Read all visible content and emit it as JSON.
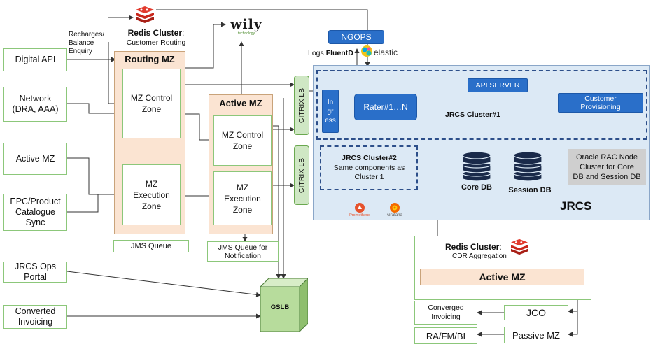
{
  "inputs": {
    "digital_api": "Digital API",
    "network": "Network\n(DRA, AAA)",
    "active_mz": "Active MZ",
    "epc": "EPC/Product\nCatalogue\nSync",
    "jrcs_ops_portal": "JRCS Ops Portal",
    "converted_invoicing": "Converted\nInvoicing"
  },
  "recharges_label": "Recharges/\nBalance\nEnquiry",
  "redis_top": {
    "title": "Redis Cluster",
    "colon": ":",
    "subtitle": "Customer Routing"
  },
  "wily": {
    "logo": "wily",
    "tagline": "technology"
  },
  "routing_mz": {
    "title": "Routing MZ",
    "control": "MZ Control\nZone",
    "execution": "MZ\nExecution\nZone"
  },
  "active_mz_block": {
    "title": "Active MZ",
    "control": "MZ Control\nZone",
    "execution": "MZ\nExecution\nZone"
  },
  "jms_queue": "JMS Queue",
  "jms_queue_notification": "JMS Queue for\nNotification",
  "citrix_lb": "CITRIX LB",
  "ngops": "NGOPS",
  "logs": {
    "prefix": "Logs",
    "fluentd": "FluentD",
    "elastic": "elastic"
  },
  "jrcs": {
    "ingress": "In\ngr\ness",
    "rater": "Rater#1…N",
    "api_server": "API SERVER",
    "customer_provisioning": "Customer\nProvisioning",
    "cluster1": "JRCS Cluster#1",
    "cluster2_title": "JRCS Cluster#2",
    "cluster2_desc": "Same components as\nCluster 1",
    "core_db": "Core DB",
    "session_db": "Session DB",
    "oracle_note": "Oracle RAC Node\nCluster for Core\nDB and Session DB",
    "label": "JRCS",
    "prometheus": "Prometheus",
    "grafana": "Grafana"
  },
  "gslb": "GSLB",
  "bottom": {
    "redis_title": "Redis Cluster",
    "redis_colon": ":",
    "redis_subtitle": "CDR Aggregation",
    "active_mz": "Active MZ",
    "jco": "JCO",
    "passive_mz": "Passive MZ",
    "converged_invoicing": "Converged\nInvoicing",
    "ra_fm_bi": "RA/FM/BI"
  },
  "colors": {
    "green_border": "#8cc77a",
    "mz_fill": "#fbe4d2",
    "jrcs_fill": "#dce9f5",
    "blue": "#2a6fc9",
    "redis": "#d82c20"
  }
}
